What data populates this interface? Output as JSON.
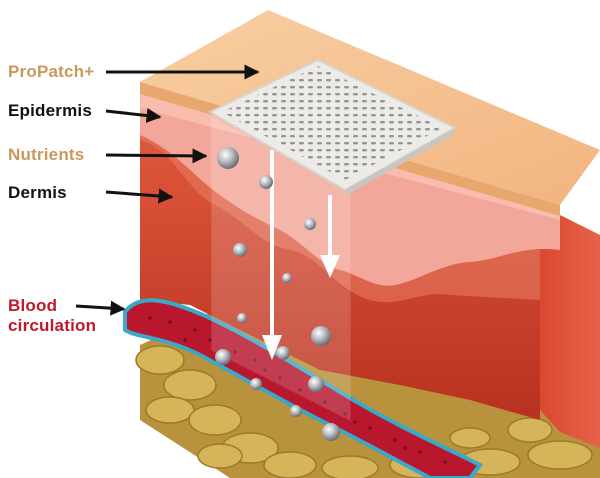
{
  "labels": {
    "propatch": "ProPatch+",
    "epidermis": "Epidermis",
    "nutrients": "Nutrients",
    "dermis": "Dermis",
    "blood_line1": "Blood",
    "blood_line2": "circulation"
  },
  "colors": {
    "propatch_label": "#c9995a",
    "nutrients_label": "#c9995a",
    "epidermis_label": "#111111",
    "dermis_label": "#111111",
    "blood_label": "#c0182c",
    "pointer_arrow": "#111111",
    "flow_arrow": "#ffffff",
    "patch": "#ecebe8",
    "patch_top_layer": "#f5c393",
    "epidermis_layer": "#f3a79a",
    "dermis_layer": "#d0402b",
    "blood_vessel": "#b8172e",
    "vessel_wall": "#3aa9c9",
    "fat_tissue": "#c9a54c"
  },
  "icons": [
    "arrow-right-icon",
    "arrow-down-icon",
    "nutrient-bubble-icon",
    "perforated-patch-icon"
  ]
}
